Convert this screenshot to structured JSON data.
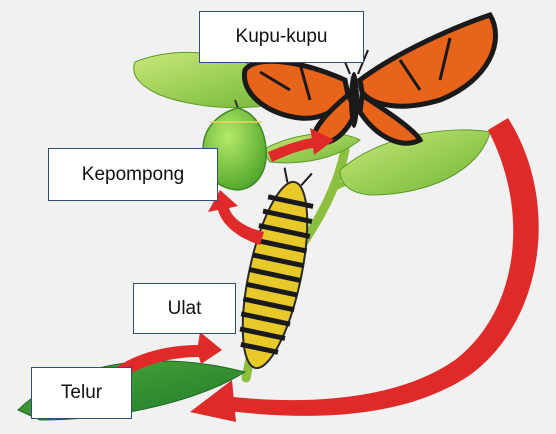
{
  "stages": {
    "adult": "Kupu-kupu",
    "pupa": "Kepompong",
    "larva": "Ulat",
    "egg": "Telur"
  },
  "colors": {
    "background": "#f1f1f1",
    "arrow": "#e02a2a",
    "leaf": "#7dc23c",
    "wing_orange": "#e8641b",
    "wing_black": "#1a1a1a",
    "chrysalis": "#7cc43a",
    "caterpillar_yellow": "#e7c92a",
    "label_border": "#2f4f7a"
  },
  "icons": [
    "butterfly-icon",
    "chrysalis-icon",
    "caterpillar-icon",
    "leaf-icon",
    "cycle-arrow-icon"
  ]
}
